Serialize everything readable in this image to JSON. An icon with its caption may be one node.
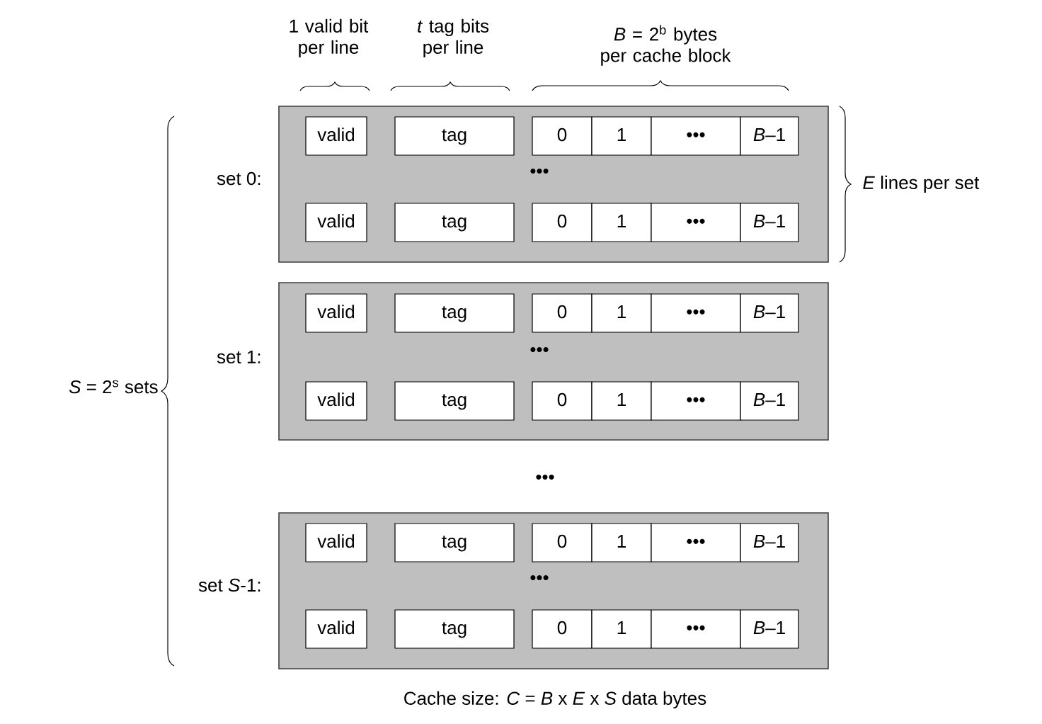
{
  "diagram": {
    "caption": "Cache size: *C* = *B* x *E* x *S* data bytes",
    "nodes": [
      {
        "text": [],
        "shape": "box",
        "beside": [
          "set 0:"
        ]
      },
      {
        "text": [
          "valid"
        ],
        "in": 0
      },
      {
        "text": [
          "tag"
        ],
        "in": 0
      },
      {
        "text": [
          "0"
        ],
        "in": 0
      },
      {
        "text": [
          "1"
        ],
        "in": 0
      },
      {
        "text": [
          "•••"
        ],
        "in": 0
      },
      {
        "text": [
          "*B*–1"
        ],
        "in": 0
      },
      {
        "text": [
          "valid"
        ],
        "in": 0
      },
      {
        "text": [
          "tag"
        ],
        "in": 0
      },
      {
        "text": [
          "0"
        ],
        "in": 0
      },
      {
        "text": [
          "1"
        ],
        "in": 0
      },
      {
        "text": [
          "•••"
        ],
        "in": 0
      },
      {
        "text": [
          "*B*–1"
        ],
        "in": 0
      },
      {
        "text": [],
        "shape": "box",
        "beside": [
          "set 1:"
        ]
      },
      {
        "text": [
          "valid"
        ],
        "in": 13
      },
      {
        "text": [
          "tag"
        ],
        "in": 13
      },
      {
        "text": [
          "0"
        ],
        "in": 13
      },
      {
        "text": [
          "1"
        ],
        "in": 13
      },
      {
        "text": [
          "•••"
        ],
        "in": 13
      },
      {
        "text": [
          "*B*–1"
        ],
        "in": 13
      },
      {
        "text": [
          "valid"
        ],
        "in": 13
      },
      {
        "text": [
          "tag"
        ],
        "in": 13
      },
      {
        "text": [
          "0"
        ],
        "in": 13
      },
      {
        "text": [
          "1"
        ],
        "in": 13
      },
      {
        "text": [
          "•••"
        ],
        "in": 13
      },
      {
        "text": [
          "*B*–1"
        ],
        "in": 13
      },
      {
        "text": [],
        "shape": "box",
        "beside": [
          "set *S*-1:"
        ]
      },
      {
        "text": [
          "valid"
        ],
        "in": 26
      },
      {
        "text": [
          "tag"
        ],
        "in": 26
      },
      {
        "text": [
          "0"
        ],
        "in": 26
      },
      {
        "text": [
          "1"
        ],
        "in": 26
      },
      {
        "text": [
          "•••"
        ],
        "in": 26
      },
      {
        "text": [
          "*B*–1"
        ],
        "in": 26
      },
      {
        "text": [
          "valid"
        ],
        "in": 26
      },
      {
        "text": [
          "tag"
        ],
        "in": 26
      },
      {
        "text": [
          "0"
        ],
        "in": 26
      },
      {
        "text": [
          "1"
        ],
        "in": 26
      },
      {
        "text": [
          "•••"
        ],
        "in": 26
      },
      {
        "text": [
          "*B*–1"
        ],
        "in": 26
      }
    ],
    "labels": [
      "1 valid bit per line",
      "*t* tag bits per line",
      "*B* = 2$^{b}$ bytes per cache block",
      "•••",
      "*E* lines per set",
      "*S* = 2$^{s}$ sets",
      "•••",
      "•••",
      "•••"
    ]
  }
}
